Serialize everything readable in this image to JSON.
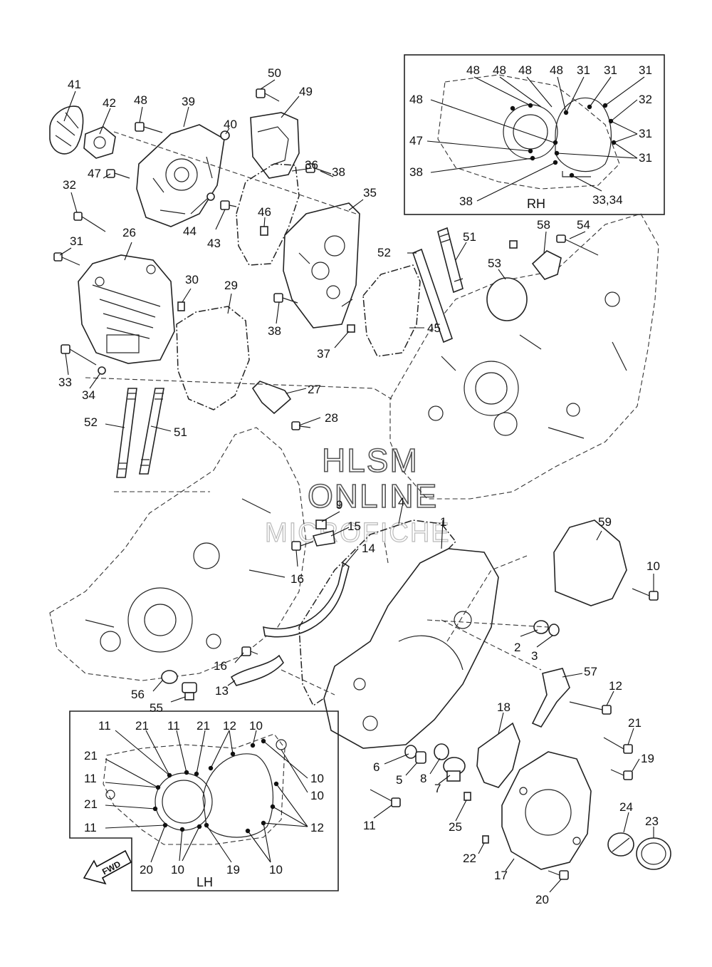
{
  "watermark": {
    "line1": "HLSM",
    "line2": "ONLINE",
    "line3": "MICROFICHE"
  },
  "insets": {
    "rh": {
      "title": "RH"
    },
    "lh": {
      "title": "LH"
    }
  },
  "fwd_label": "FWD",
  "icons": [
    "fwd-arrow-icon"
  ],
  "labels": {
    "l41": "41",
    "l42": "42",
    "l48a": "48",
    "l39": "39",
    "l50": "50",
    "l49": "49",
    "l40": "40",
    "l36": "36",
    "l38a": "38",
    "l32a": "32",
    "l47a": "47",
    "l46": "46",
    "l35": "35",
    "l44": "44",
    "l43": "43",
    "l31a": "31",
    "l26": "26",
    "l30": "30",
    "l29": "29",
    "l52a": "52",
    "l51a": "51",
    "l58": "58",
    "l54": "54",
    "l53": "53",
    "l38b": "38",
    "l45": "45",
    "l37": "37",
    "l33a": "33",
    "l34": "34",
    "l27": "27",
    "l28": "28",
    "l52b": "52",
    "l51b": "51",
    "l9": "9",
    "l4": "4",
    "l15": "15",
    "l14": "14",
    "l1": "1",
    "l59": "59",
    "l10a": "10",
    "l16a": "16",
    "l2": "2",
    "l3": "3",
    "l16b": "16",
    "l57": "57",
    "l12a": "12",
    "l13": "13",
    "l56": "56",
    "l55": "55",
    "l18": "18",
    "l21a": "21",
    "l19a": "19",
    "l6": "6",
    "l5": "5",
    "l8": "8",
    "l7": "7",
    "l24": "24",
    "l23": "23",
    "l11a": "11",
    "l25": "25",
    "l22": "22",
    "l17": "17",
    "l20a": "20",
    "rh48a": "48",
    "rh48b": "48",
    "rh48c": "48",
    "rh48d": "48",
    "rh31a": "31",
    "rh31b": "31",
    "rh31c": "31",
    "rh48e": "48",
    "rh32": "32",
    "rh31d": "31",
    "rh47": "47",
    "rh31e": "31",
    "rh38a": "38",
    "rh38b": "38",
    "rh3334": "33,34",
    "lh11a": "11",
    "lh21a": "21",
    "lh11b": "11",
    "lh21b": "21",
    "lh12a": "12",
    "lh10a": "10",
    "lh21c": "21",
    "lh11c": "11",
    "lh21d": "21",
    "lh11d": "11",
    "lh10b": "10",
    "lh10c": "10",
    "lh12b": "12",
    "lh20": "20",
    "lh10d": "10",
    "lh19": "19",
    "lh10e": "10"
  }
}
